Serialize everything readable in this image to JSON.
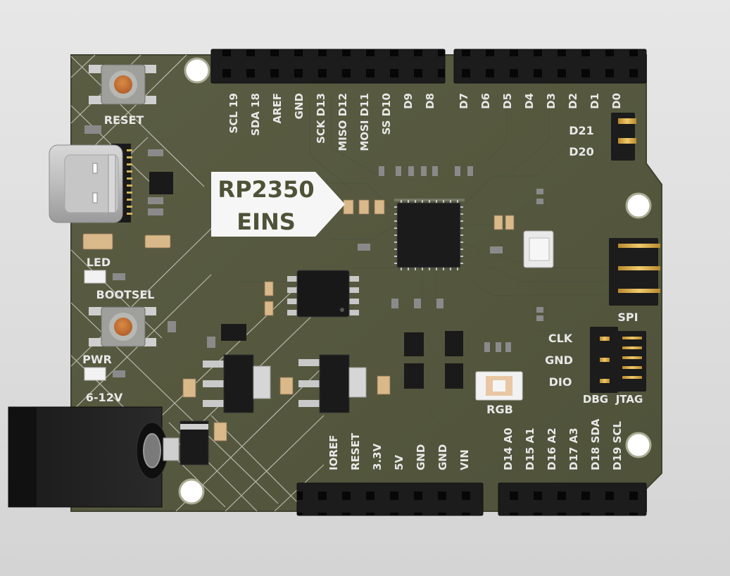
{
  "board": {
    "logo_line1": "RP2350",
    "logo_line2": "EINS",
    "reset_label": "RESET",
    "led_label": "LED",
    "bootsel_label": "BOOTSEL",
    "pwr_label": "PWR",
    "voltage_label": "6-12V",
    "rgb_label": "RGB",
    "spi_label": "SPI",
    "d21_label": "D21",
    "d20_label": "D20",
    "clk_label": "CLK",
    "gnd_label": "GND",
    "dio_label": "DIO",
    "dbg_label": "DBG",
    "jtag_label": "JTAG"
  },
  "top_left_pins": [
    "SCL 19",
    "SDA 18",
    "AREF",
    "GND",
    "SCK D13",
    "MISO D12",
    "MOSI D11",
    "SS D10",
    "D9",
    "D8"
  ],
  "top_right_pins": [
    "D7",
    "D6",
    "D5",
    "D4",
    "D3",
    "D2",
    "D1",
    "D0"
  ],
  "bottom_left_pins": [
    "IOREF",
    "RESET",
    "3.3V",
    "5V",
    "GND",
    "GND",
    "VIN"
  ],
  "bottom_right_pins": [
    "D14 A0",
    "D15 A1",
    "D16 A2",
    "D17 A3",
    "D18 SDA",
    "D19 SCL"
  ],
  "colors": {
    "pcb": "#56593f",
    "silkscreen": "#e8e8e8",
    "header": "#1c1c1c",
    "button_cap": "#c8702e"
  }
}
